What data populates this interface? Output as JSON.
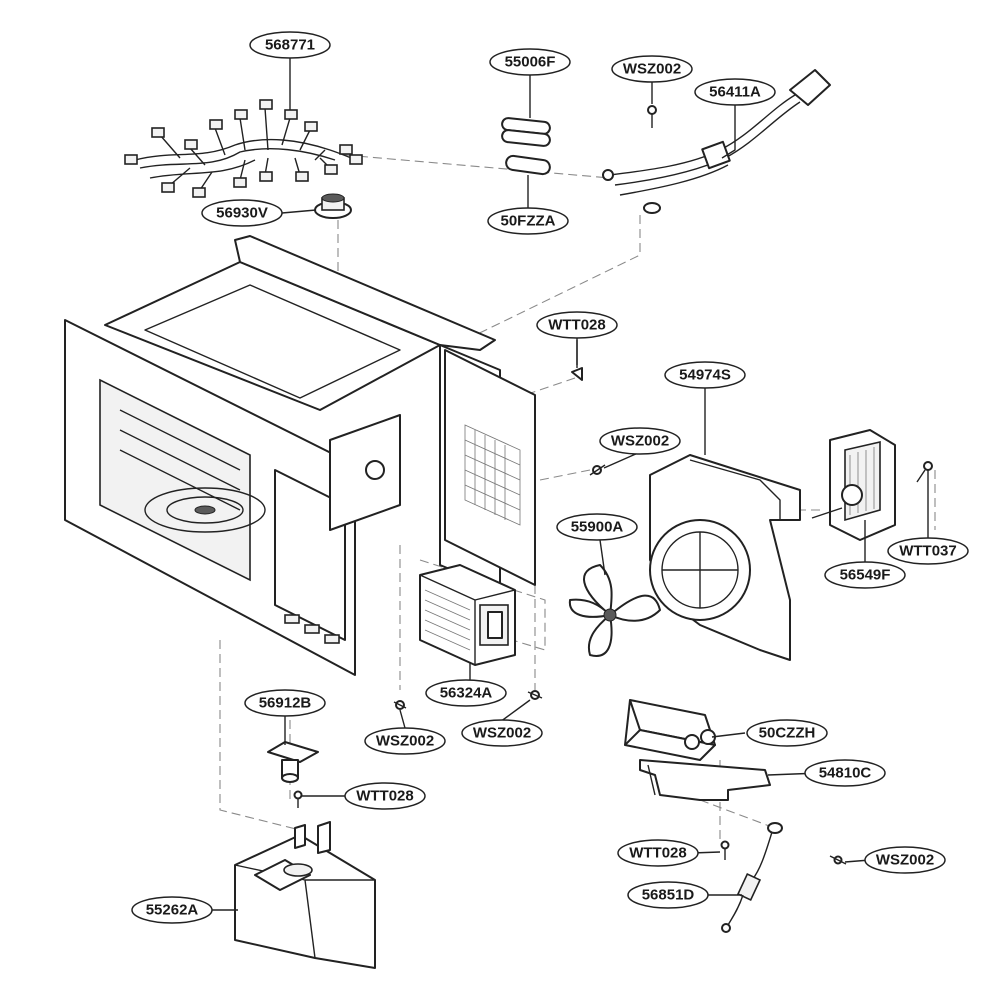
{
  "callouts": {
    "p568771": "568771",
    "p55006F": "55006F",
    "pWSZ002_top": "WSZ002",
    "p56411A": "56411A",
    "p56930V": "56930V",
    "p50FZZA": "50FZZA",
    "pWTT028_mid": "WTT028",
    "p54974S": "54974S",
    "pWSZ002_mid": "WSZ002",
    "p55900A": "55900A",
    "pWTT037": "WTT037",
    "p56549F": "56549F",
    "p56912B": "56912B",
    "p56324A": "56324A",
    "pWSZ002_low1": "WSZ002",
    "pWSZ002_low2": "WSZ002",
    "pWTT028_low": "WTT028",
    "p50CZZH": "50CZZH",
    "p54810C": "54810C",
    "pWTT028_br": "WTT028",
    "pWSZ002_br": "WSZ002",
    "p56851D": "56851D",
    "p55262A": "55262A"
  },
  "colors": {
    "line": "#222222",
    "dash": "#8a8a8a",
    "background": "#ffffff"
  }
}
